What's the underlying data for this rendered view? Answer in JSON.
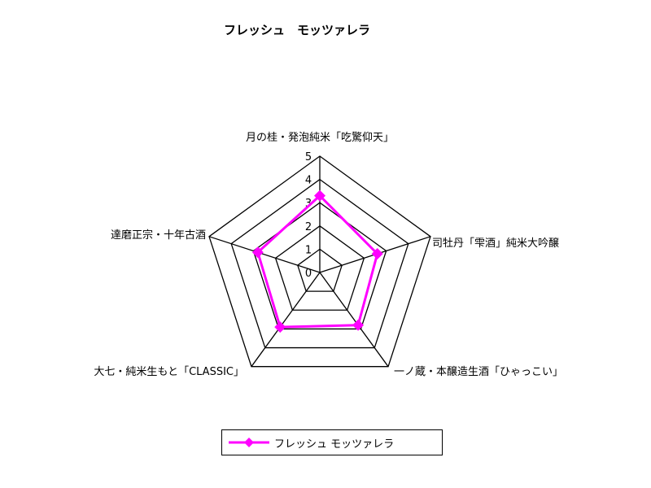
{
  "chart_data": {
    "type": "radar",
    "title": "フレッシュ　モッツァレラ",
    "categories": [
      "月の桂・発泡純米「吃驚仰天」",
      "司牡丹「雫酒」純米大吟醸",
      "一ノ蔵・本醸造生酒「ひゃっこい」",
      "大七・純米生もと「CLASSIC」",
      "達磨正宗・十年古酒"
    ],
    "series": [
      {
        "name": "フレッシュ モッツァレラ",
        "values": [
          3.3,
          2.6,
          2.8,
          2.9,
          2.8
        ],
        "color": "#ff00ff"
      }
    ],
    "rlim": [
      0,
      5
    ],
    "ticks": [
      "0",
      "1",
      "2",
      "3",
      "4",
      "5"
    ],
    "legend": "bottom",
    "grid": true
  }
}
